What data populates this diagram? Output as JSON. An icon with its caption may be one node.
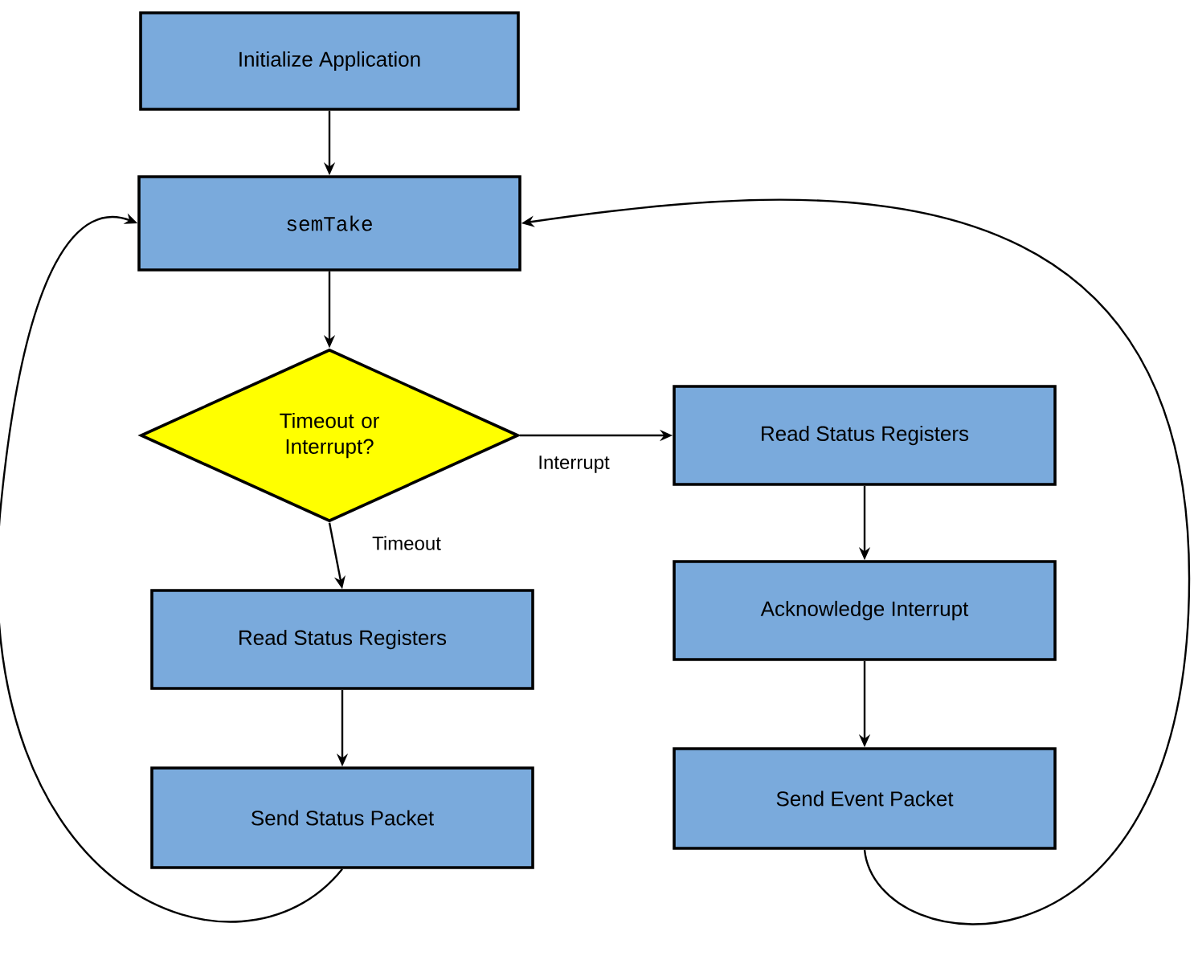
{
  "diagram": {
    "nodes": [
      {
        "text": [
          "Initialize Application"
        ]
      },
      {
        "text": [
          "semTake"
        ]
      },
      {
        "text": [
          "Timeout or Interrupt?"
        ]
      },
      {
        "text": [
          "Read Status Registers"
        ]
      },
      {
        "text": [
          "Acknowledge Interrupt"
        ]
      },
      {
        "text": [
          "Send Event Packet"
        ]
      },
      {
        "text": [
          "Read Status Registers"
        ]
      },
      {
        "text": [
          "Send Status Packet"
        ]
      }
    ],
    "edges": [
      {
        "from": 0,
        "to": 1,
        "arrow": "to"
      },
      {
        "from": 1,
        "to": 2,
        "arrow": "to"
      },
      {
        "from": 2,
        "to": 3,
        "arrow": "to",
        "label": "Interrupt"
      },
      {
        "from": 2,
        "to": 6,
        "arrow": "to",
        "label": "Timeout"
      },
      {
        "from": 6,
        "to": 7,
        "arrow": "to"
      },
      {
        "from": 3,
        "to": 4,
        "arrow": "to"
      },
      {
        "from": 4,
        "to": 5,
        "arrow": "to"
      },
      {
        "from": 7,
        "to": 1,
        "arrow": "to"
      },
      {
        "from": 5,
        "to": 1,
        "arrow": "to"
      }
    ]
  }
}
